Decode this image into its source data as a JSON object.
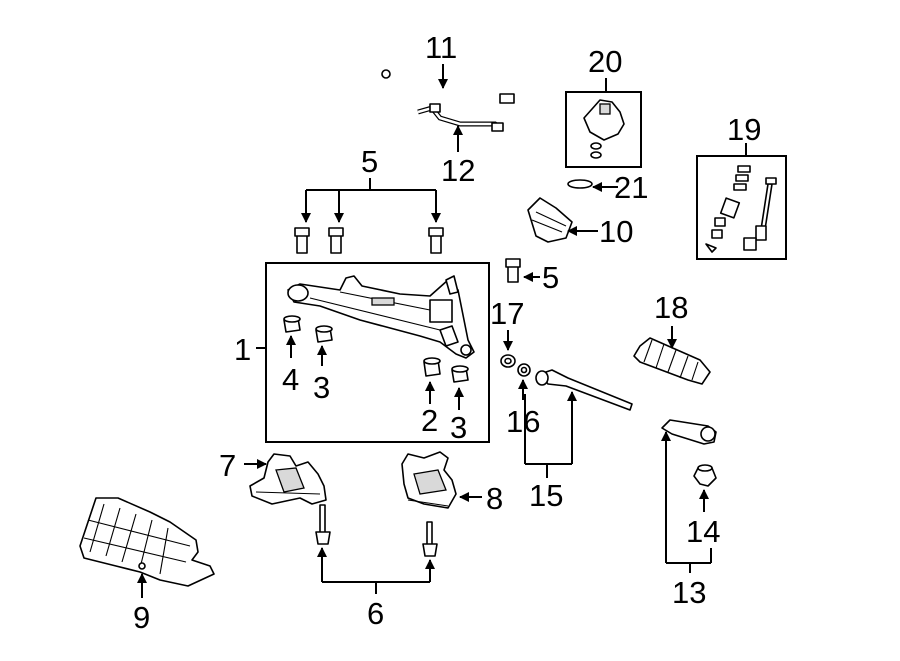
{
  "diagram": {
    "callouts": {
      "c1": "1",
      "c2": "2",
      "c3a": "3",
      "c3b": "3",
      "c4": "4",
      "c5a": "5",
      "c5b": "5",
      "c6": "6",
      "c7": "7",
      "c8": "8",
      "c9": "9",
      "c10": "10",
      "c11": "11",
      "c12": "12",
      "c13": "13",
      "c14": "14",
      "c15": "15",
      "c16": "16",
      "c17": "17",
      "c18": "18",
      "c19": "19",
      "c20": "20",
      "c21": "21"
    },
    "colors": {
      "line": "#000000",
      "background": "#ffffff",
      "shade": "#d9d9d9"
    }
  }
}
